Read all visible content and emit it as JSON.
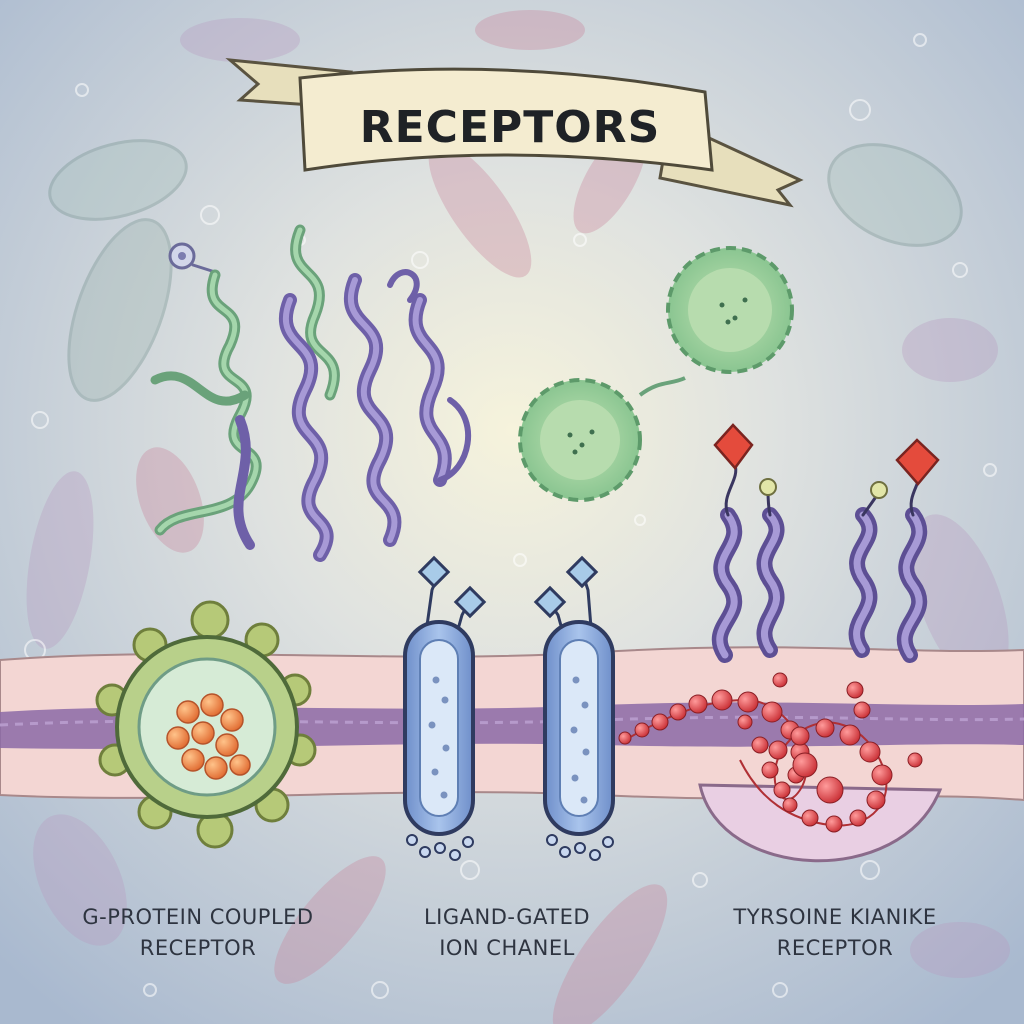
{
  "title": "RECEPTORS",
  "labels": [
    {
      "line1": "G-PROTEIN COUPLED",
      "line2": "RECEPTOR"
    },
    {
      "line1": "LIGAND-GATED",
      "line2": "ION CHANEL"
    },
    {
      "line1": "TYRSOINE KIANIKE",
      "line2": "RECEPTOR"
    }
  ],
  "colors": {
    "background": "#b8c6d8",
    "membrane_outer": "#f3d6d3",
    "membrane_core": "#8b6aa6",
    "helix_green": "#8cc79a",
    "helix_purple": "#8878bf",
    "channel_blue": "#7ea0d6",
    "ligand_red": "#d94a4a",
    "gpcr_core": "#e8874a",
    "banner": "#f4ecd0"
  },
  "icons": [
    "gpcr-icon",
    "ion-channel-icon",
    "tyrosine-kinase-receptor-icon",
    "protein-helix-icon",
    "spiky-protein-icon"
  ]
}
